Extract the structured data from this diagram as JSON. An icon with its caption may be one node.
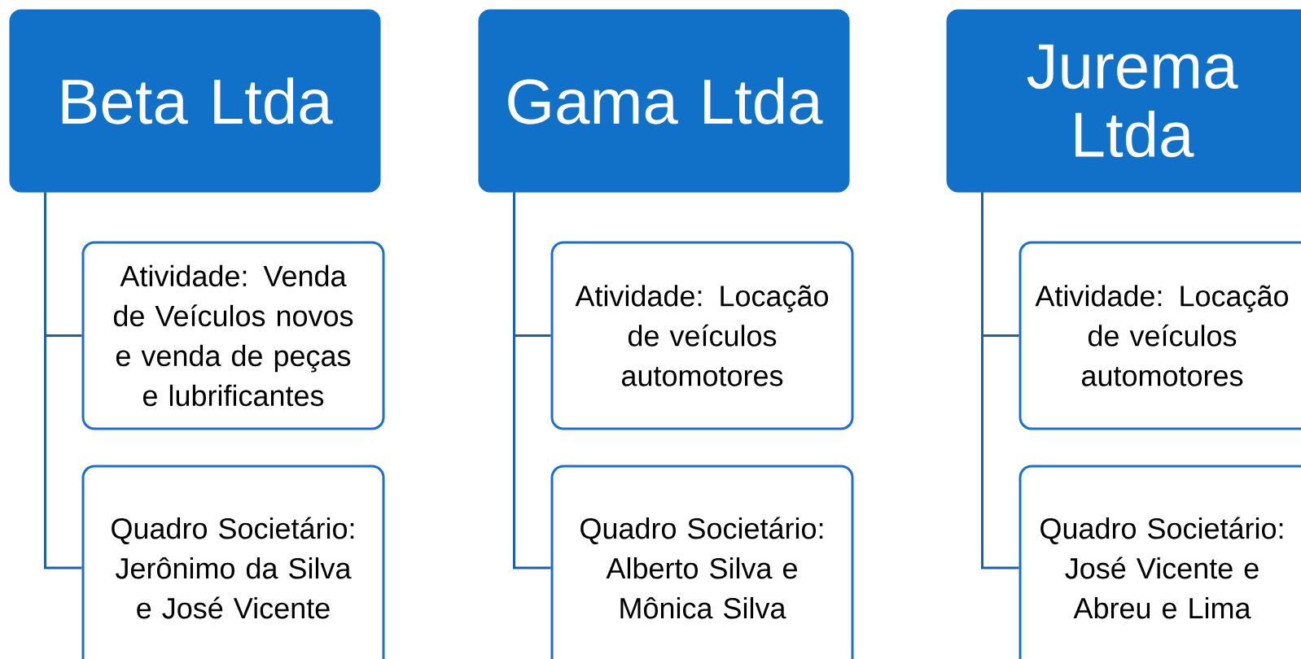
{
  "diagram": {
    "nodes": [
      {
        "text": [
          "Beta Ltda"
        ]
      },
      {
        "text": [
          "Atividade: Venda de Veículos novos e venda de peças e lubrificantes"
        ]
      },
      {
        "text": [
          "Quadro Societário: Jerônimo da Silva e José Vicente"
        ]
      },
      {
        "text": [
          "Gama Ltda"
        ]
      },
      {
        "text": [
          "Atividade: Locação de veículos automotores"
        ]
      },
      {
        "text": [
          "Quadro Societário: Alberto Silva e Mônica Silva"
        ]
      },
      {
        "text": [
          "Jurema Ltda"
        ]
      },
      {
        "text": [
          "Atividade: Locação de veículos automotores"
        ]
      },
      {
        "text": [
          "Quadro Societário: José Vicente e Abreu e Lima"
        ]
      }
    ],
    "edges": [
      {
        "from": 0,
        "to": 1,
        "arrow": "none"
      },
      {
        "from": 0,
        "to": 2,
        "arrow": "none"
      },
      {
        "from": 3,
        "to": 4,
        "arrow": "none"
      },
      {
        "from": 3,
        "to": 5,
        "arrow": "none"
      },
      {
        "from": 6,
        "to": 7,
        "arrow": "none"
      },
      {
        "from": 6,
        "to": 8,
        "arrow": "none"
      }
    ]
  }
}
